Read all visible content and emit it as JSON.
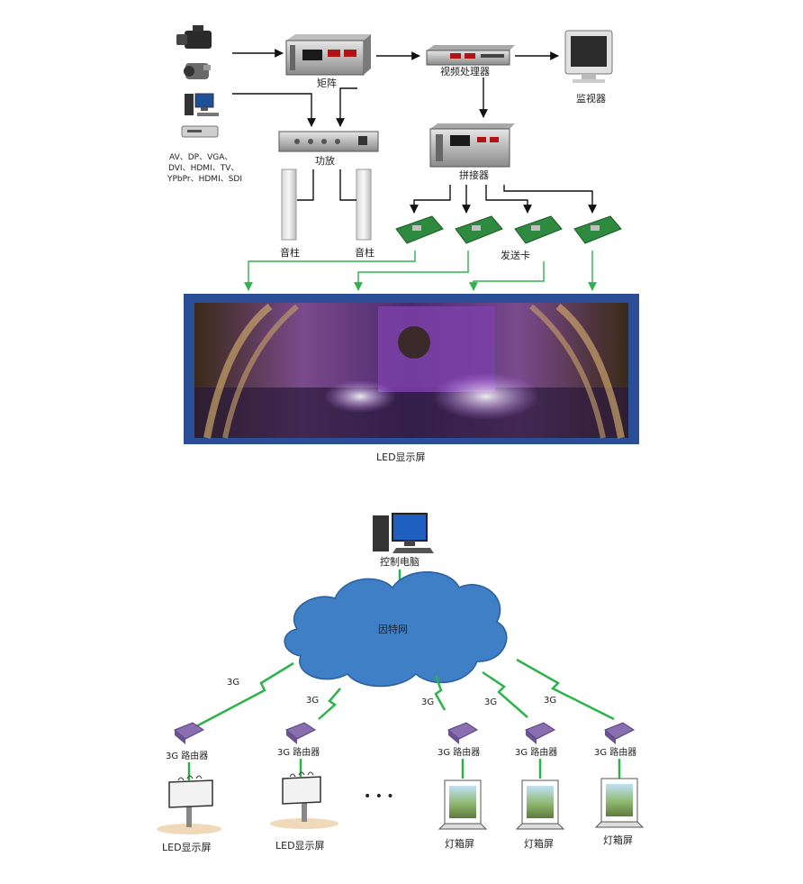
{
  "top": {
    "matrix_label": "矩阵",
    "video_processor_label": "视频处理器",
    "monitor_label": "监视器",
    "amplifier_label": "功放",
    "splicer_label": "拼接器",
    "speaker_left_label": "音柱",
    "speaker_right_label": "音柱",
    "sender_card_label": "发送卡",
    "led_screen_label": "LED显示屏",
    "sources_line1": "AV、DP、VGA、",
    "sources_line2": "DVI、HDMI、TV、",
    "sources_line3": "YPbPr、HDMI、SDI"
  },
  "bottom": {
    "control_pc_label": "控制电脑",
    "internet_label": "因特网",
    "g3_labels": [
      "3G",
      "3G",
      "3G",
      "3G",
      "3G"
    ],
    "router_labels": [
      "3G 路由器",
      "3G 路由器",
      "3G 路由器",
      "3G 路由器",
      "3G 路由器"
    ],
    "endpoint_labels": [
      "LED显示屏",
      "LED显示屏",
      "灯箱屏",
      "灯箱屏",
      "灯箱屏"
    ],
    "ellipsis": "• • •"
  },
  "colors": {
    "arrow_black": "#111111",
    "arrow_green": "#2db34a",
    "led_frame": "#2a4f96",
    "cloud": "#3f7fc6",
    "router": "#8a6fb0"
  }
}
